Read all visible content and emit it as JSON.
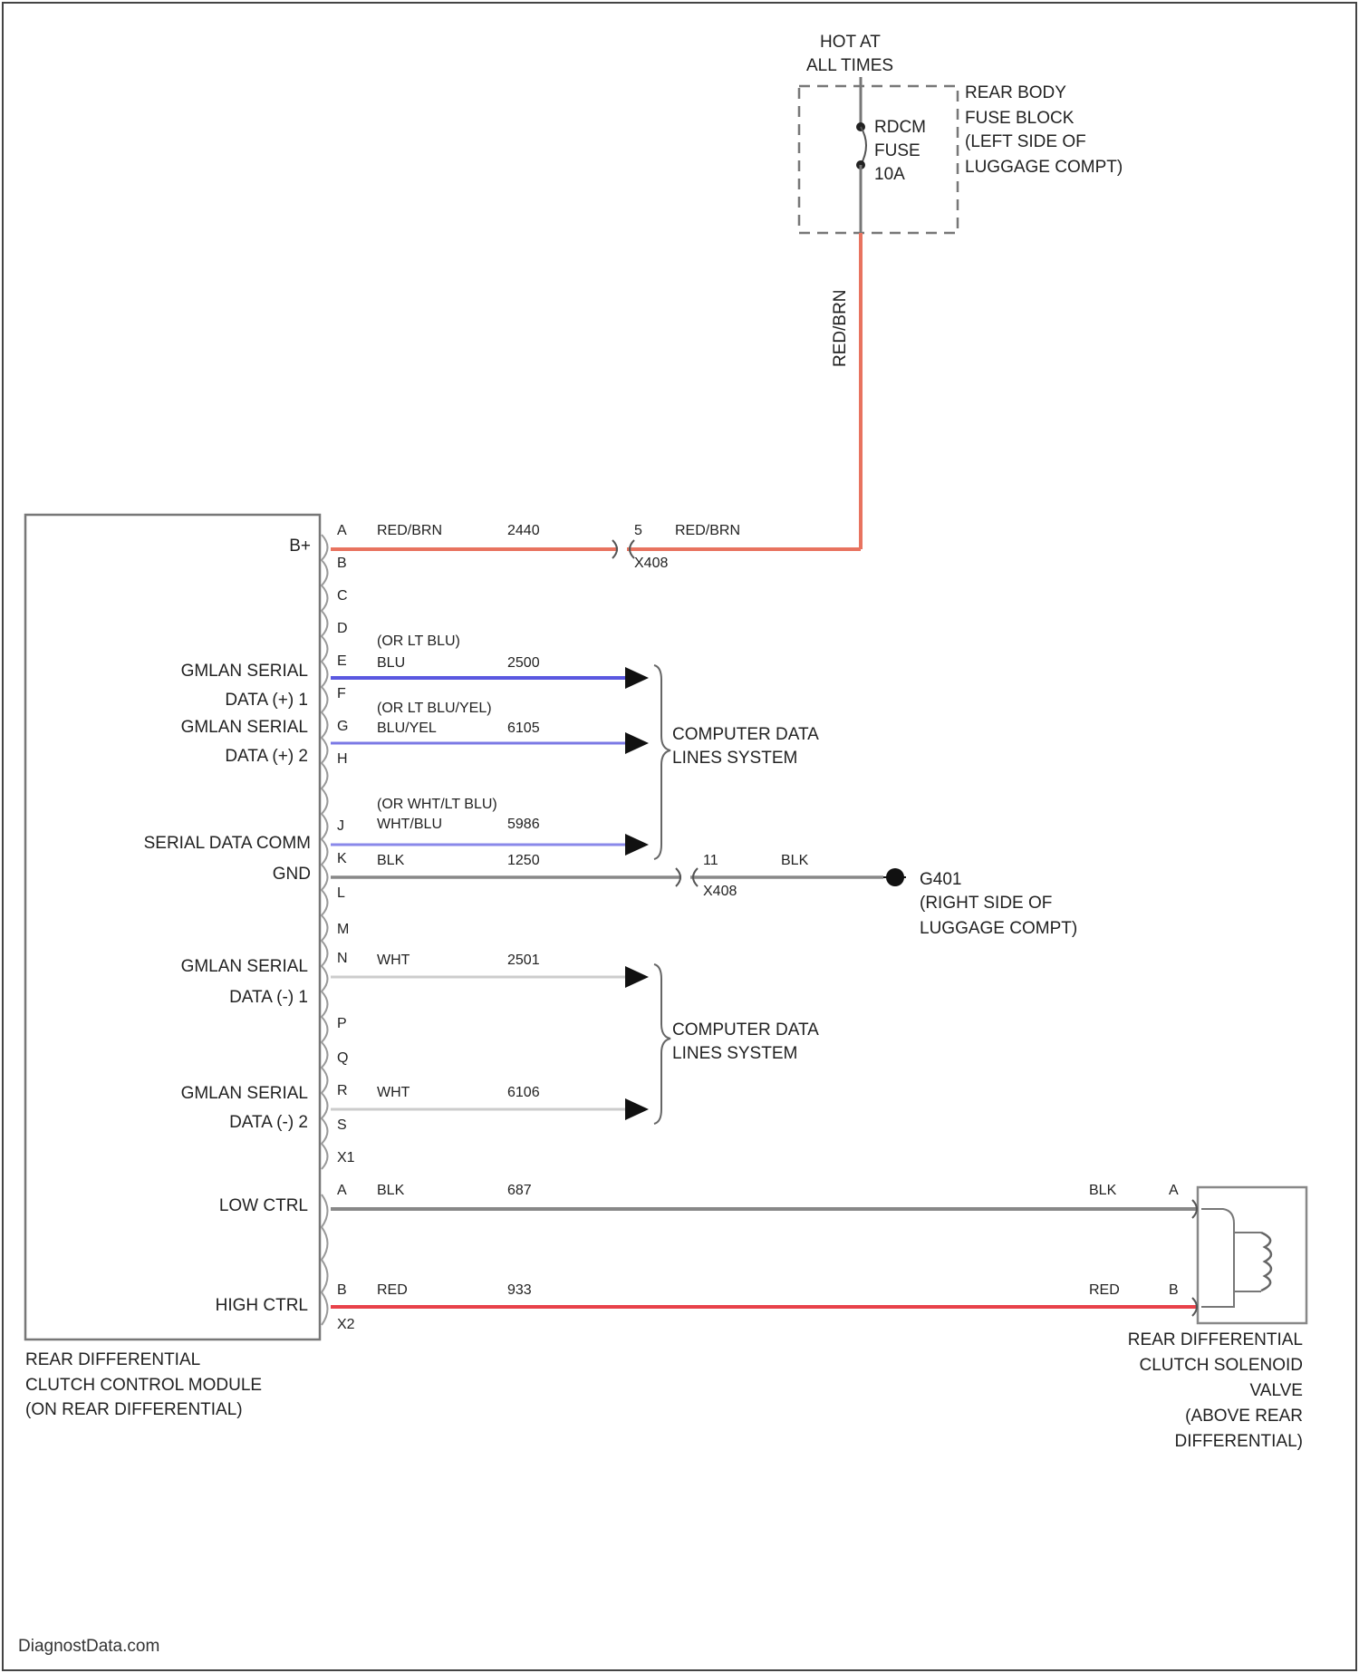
{
  "fuse": {
    "hot_line1": "HOT AT",
    "hot_line2": "ALL TIMES",
    "name_line1": "RDCM",
    "name_line2": "FUSE",
    "name_line3": "10A",
    "block_line1": "REAR BODY",
    "block_line2": "FUSE BLOCK",
    "block_line3": "(LEFT SIDE OF",
    "block_line4": "LUGGAGE COMPT)",
    "feed_wire": "RED/BRN"
  },
  "module": {
    "name_line1": "REAR DIFFERENTIAL",
    "name_line2": "CLUTCH CONTROL MODULE",
    "name_line3": "(ON REAR DIFFERENTIAL)",
    "connector_x1": "X1",
    "connector_x2": "X2",
    "labels": {
      "bplus": "B+",
      "gmlan_hi1_a": "GMLAN SERIAL",
      "gmlan_hi1_b": "DATA (+) 1",
      "gmlan_hi2_a": "GMLAN SERIAL",
      "gmlan_hi2_b": "DATA (+) 2",
      "serial_comm": "SERIAL DATA COMM",
      "gnd": "GND",
      "gmlan_lo1_a": "GMLAN SERIAL",
      "gmlan_lo1_b": "DATA (-) 1",
      "gmlan_lo2_a": "GMLAN SERIAL",
      "gmlan_lo2_b": "DATA (-) 2",
      "low_ctrl": "LOW CTRL",
      "high_ctrl": "HIGH CTRL"
    },
    "pins_x1": [
      "A",
      "B",
      "C",
      "D",
      "E",
      "F",
      "G",
      "H",
      "J",
      "K",
      "L",
      "M",
      "N",
      "P",
      "Q",
      "R",
      "S"
    ]
  },
  "wires": {
    "bplus": {
      "pin": "A",
      "color": "RED/BRN",
      "circuit": "2440",
      "conn_pin": "5",
      "conn_color": "RED/BRN",
      "conn": "X408"
    },
    "data_hi1": {
      "pin": "E",
      "alt": "(OR LT BLU)",
      "color": "BLU",
      "circuit": "2500"
    },
    "data_hi2": {
      "pin": "G",
      "alt": "(OR LT BLU/YEL)",
      "color": "BLU/YEL",
      "circuit": "6105"
    },
    "serial": {
      "pin": "J",
      "alt": "(OR WHT/LT BLU)",
      "color": "WHT/BLU",
      "circuit": "5986"
    },
    "gnd": {
      "pin": "K",
      "color": "BLK",
      "circuit": "1250",
      "conn_pin": "11",
      "conn_color": "BLK",
      "conn": "X408",
      "ground": "G401",
      "ground_loc1": "(RIGHT SIDE OF",
      "ground_loc2": "LUGGAGE COMPT)"
    },
    "data_lo1": {
      "pin": "N",
      "color": "WHT",
      "circuit": "2501"
    },
    "data_lo2": {
      "pin": "R",
      "color": "WHT",
      "circuit": "6106"
    },
    "low_ctrl": {
      "pin": "A",
      "color": "BLK",
      "circuit": "687",
      "far_color": "BLK",
      "far_pin": "A"
    },
    "high_ctrl": {
      "pin": "B",
      "color": "RED",
      "circuit": "933",
      "far_color": "RED",
      "far_pin": "B"
    }
  },
  "data_group1_line1": "COMPUTER DATA",
  "data_group1_line2": "LINES SYSTEM",
  "data_group2_line1": "COMPUTER DATA",
  "data_group2_line2": "LINES SYSTEM",
  "solenoid": {
    "line1": "REAR DIFFERENTIAL",
    "line2": "CLUTCH SOLENOID",
    "line3": "VALVE",
    "line4": "(ABOVE REAR",
    "line5": "DIFFERENTIAL)"
  },
  "watermark": "DiagnostData.com",
  "colors": {
    "red_wire": "#e8735f",
    "red_bright": "#e8424a",
    "blue_wire": "#5a58e0",
    "blue_light": "#8a88ea",
    "gray_wire": "#888888",
    "white_wire": "#cccccc"
  }
}
